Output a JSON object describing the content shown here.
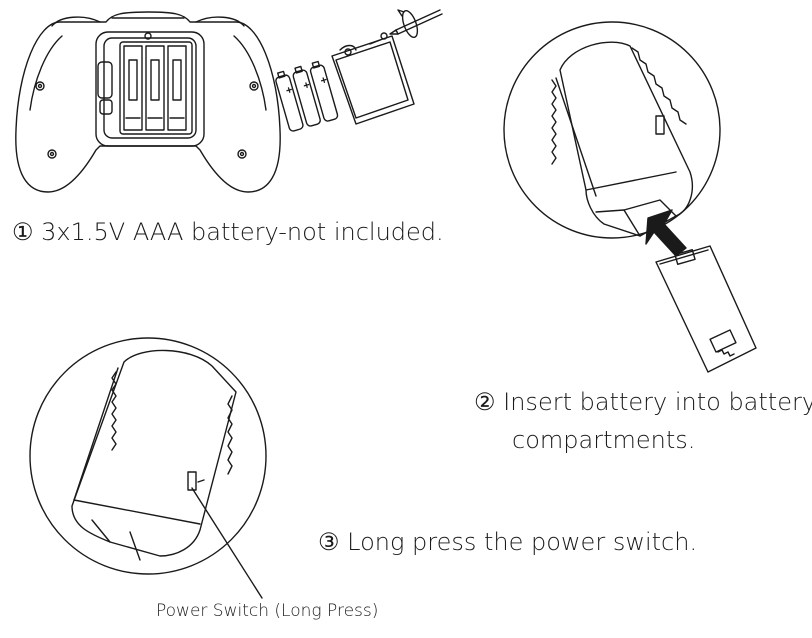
{
  "steps": {
    "step1": "① 3x1.5V AAA battery-not included.",
    "step2_line1": "② Insert battery into battery",
    "step2_line2": "compartments.",
    "step3": "③ Long press the power switch."
  },
  "callouts": {
    "power_switch": "Power Switch (Long Press)"
  },
  "colors": {
    "line": "#1a1a1a",
    "background": "#ffffff"
  }
}
